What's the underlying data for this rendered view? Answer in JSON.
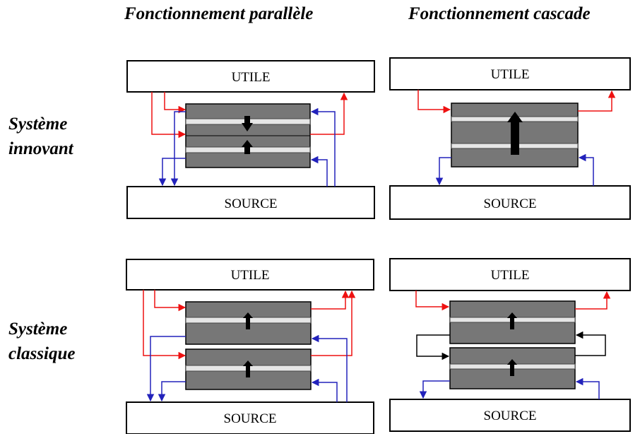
{
  "columns": {
    "parallel": "Fonctionnement parallèle",
    "cascade": "Fonctionnement cascade"
  },
  "rows": {
    "innovant": [
      "Système",
      "innovant"
    ],
    "classique": [
      "Système",
      "classique"
    ]
  },
  "labels": {
    "utile": "UTILE",
    "source": "SOURCE"
  },
  "colors": {
    "hot": "#ee1111",
    "cold": "#2222bb",
    "link": "#000000",
    "module": "#777777"
  }
}
